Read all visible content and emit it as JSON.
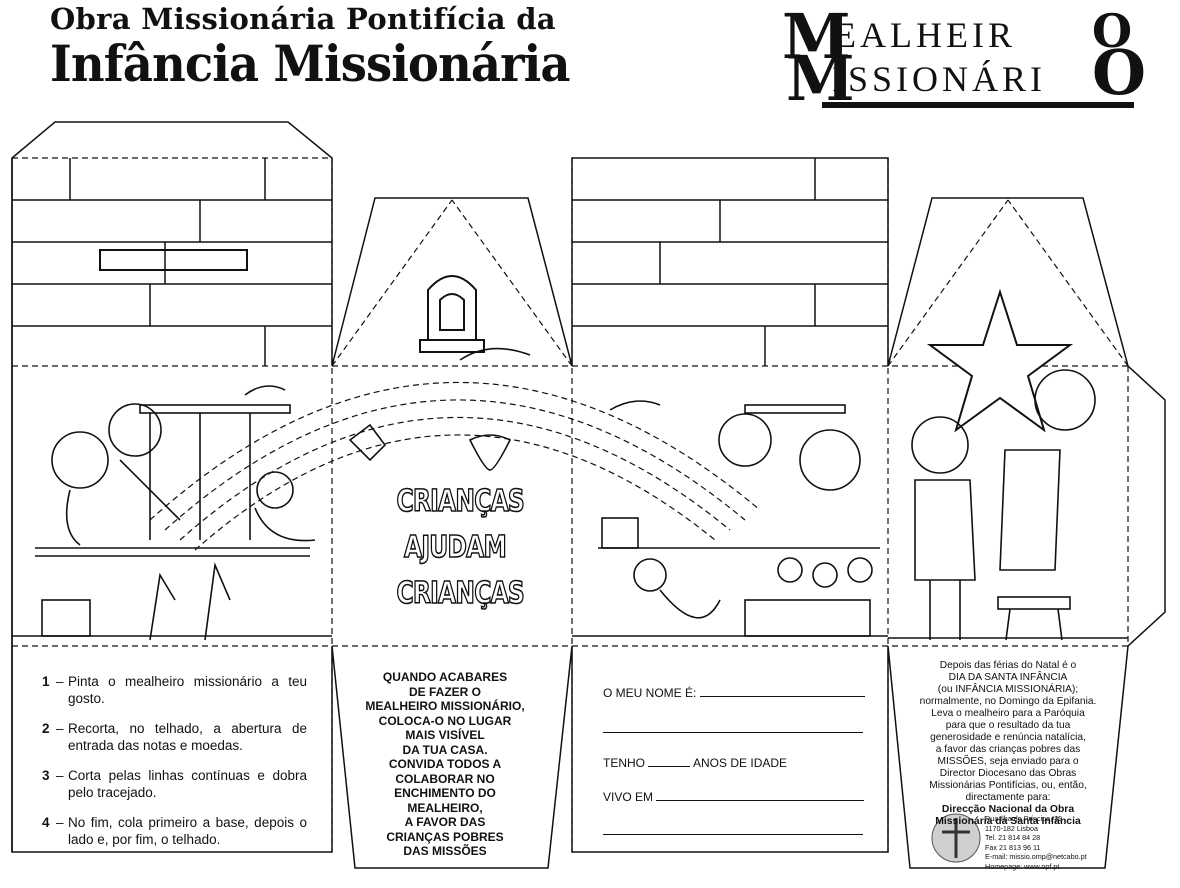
{
  "header": {
    "line1": "Obra Missionária Pontifícia da",
    "line2": "Infância Missionária"
  },
  "logo": {
    "big_m": "M",
    "big_m2": "M",
    "word1": "EALHEIR",
    "word1_end": "O",
    "word2": "ISSIONÁRI",
    "word2_end": "O"
  },
  "slogan": {
    "line1": "CRIANÇAS",
    "line2": "AJUDAM",
    "line3": "CRIANÇAS"
  },
  "steps": [
    {
      "num": "1",
      "text": "Pinta o mealheiro missionário a teu gosto."
    },
    {
      "num": "2",
      "text": "Recorta, no telhado, a abertura de entrada das notas e moedas."
    },
    {
      "num": "3",
      "text": "Corta pelas linhas contínuas e dobra pelo tracejado."
    },
    {
      "num": "4",
      "text": "No fim, cola primeiro a base, depois o lado e, por fim, o telhado."
    }
  ],
  "instructions": {
    "lines": [
      "QUANDO ACABARES",
      "DE FAZER O",
      "MEALHEIRO MISSIONÁRIO,",
      "COLOCA-O NO LUGAR",
      "MAIS VISÍVEL",
      "DA TUA CASA.",
      "CONVIDA TODOS A",
      "COLABORAR NO",
      "ENCHIMENTO DO",
      "MEALHEIRO,",
      "A FAVOR DAS",
      "CRIANÇAS POBRES",
      "DAS MISSÕES"
    ]
  },
  "form": {
    "name_label": "O MEU NOME É:",
    "age_label_a": "TENHO",
    "age_label_b": "ANOS DE IDADE",
    "live_label": "VIVO EM"
  },
  "info": {
    "lines": [
      "Depois das férias do Natal é o",
      "DIA DA SANTA INFÂNCIA",
      "(ou INFÂNCIA MISSIONÁRIA);",
      "normalmente, no Domingo da Epifania.",
      "Leva o mealheiro para a Paróquia",
      "para que o resultado da tua",
      "generosidade e renúncia natalícia,",
      "a favor das crianças pobres das",
      "MISSÕES, seja enviado para o",
      "Director Diocesano das Obras",
      "Missionárias Pontifícias, ou, então,",
      "directamente para:"
    ],
    "org_line1": "Direcção Nacional da Obra",
    "org_line2": "Missionária da Santa Infância"
  },
  "contact": {
    "address": "Rua Ilha do Príncipe, 19",
    "postal": "1170-182 Lisboa",
    "tel": "Tel. 21 814 84 28",
    "fax": "Fax 21 813 96 11",
    "email": "E-mail: missio.omp@netcabo.pt",
    "homepage": "Homepage: www.opf.pt"
  }
}
